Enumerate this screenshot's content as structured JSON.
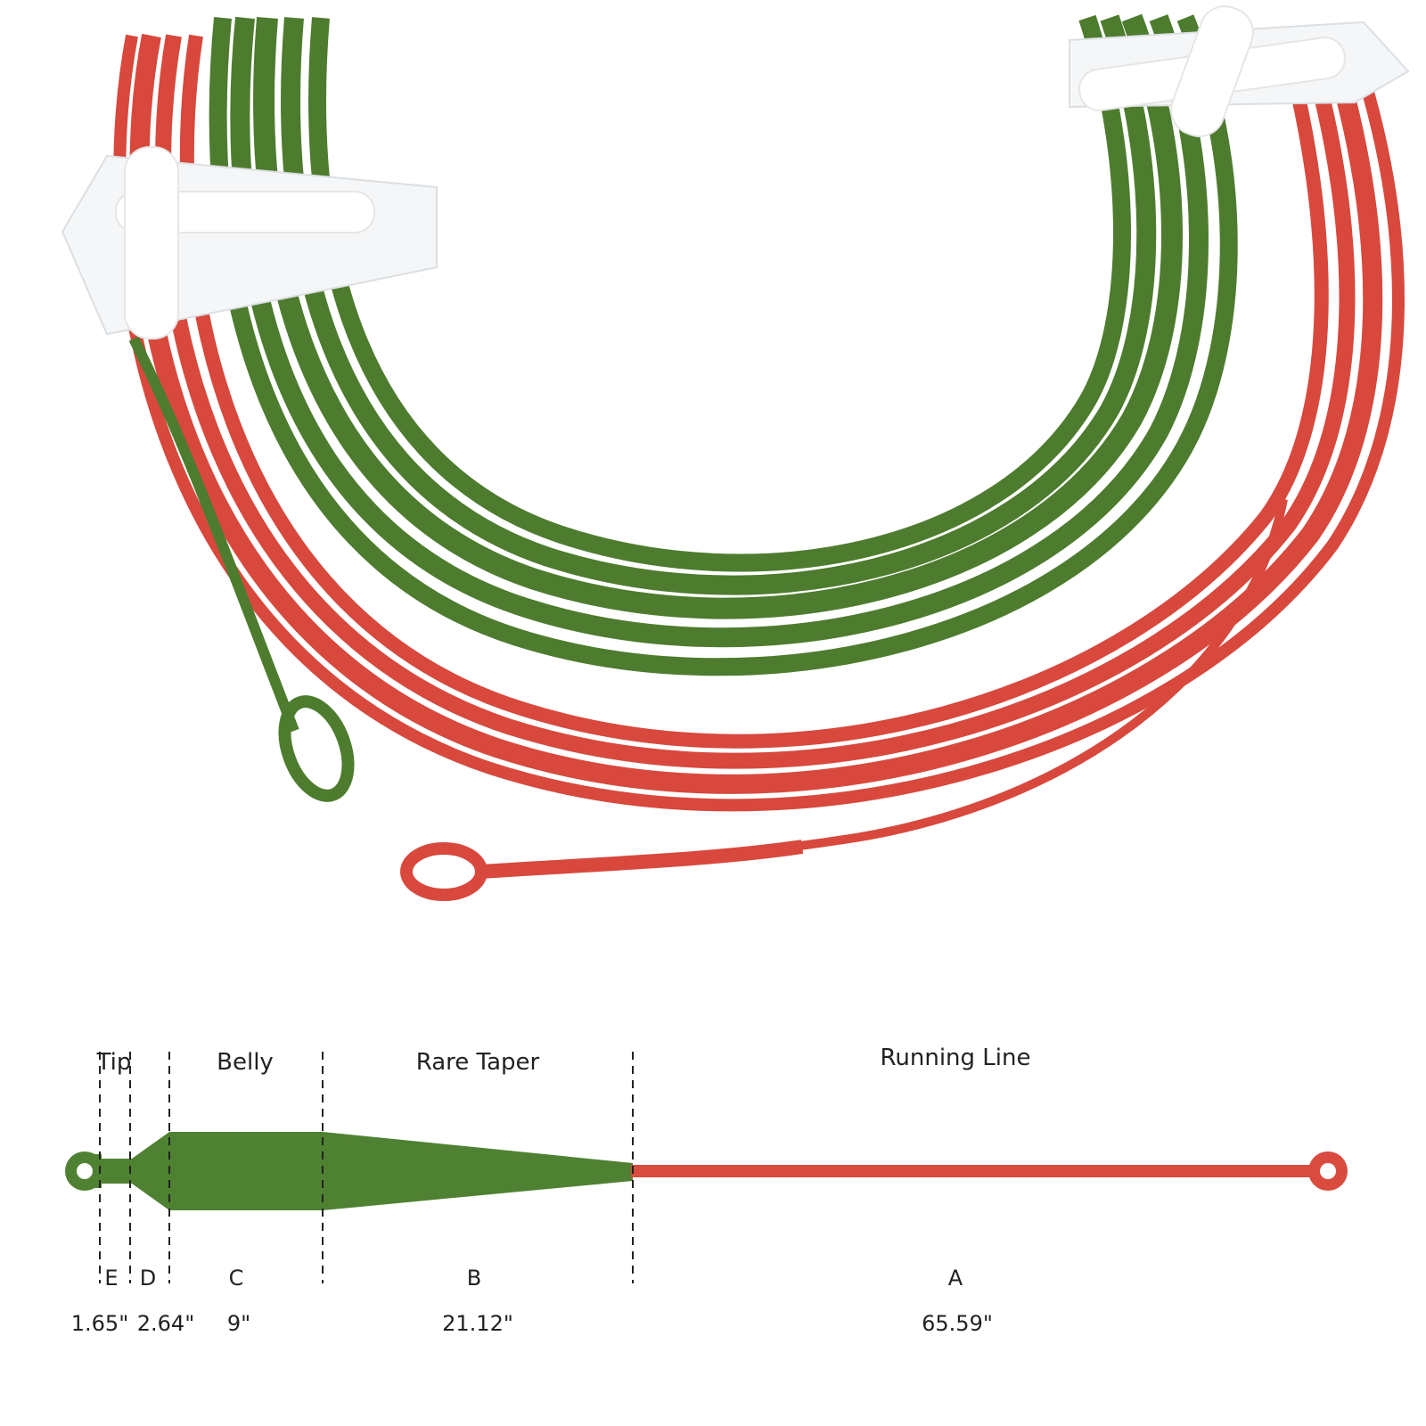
{
  "colors": {
    "head": "#4f8132",
    "running_line": "#d94a3f",
    "coil_green": "#4d7c2e",
    "coil_red": "#d8483d",
    "tag": "#f4f6f7",
    "divider": "#222222"
  },
  "photo": {
    "subject": "fly line coil",
    "labels": []
  },
  "diagram": {
    "segments": [
      {
        "name": "Tip",
        "letter": "E",
        "length": "1.65\""
      },
      {
        "name": "",
        "letter": "D",
        "length": "2.64\""
      },
      {
        "name": "Belly",
        "letter": "C",
        "length": "9\""
      },
      {
        "name": "Rare Taper",
        "letter": "B",
        "length": "21.12\""
      },
      {
        "name": "Running Line",
        "letter": "A",
        "length": "65.59\""
      }
    ]
  }
}
